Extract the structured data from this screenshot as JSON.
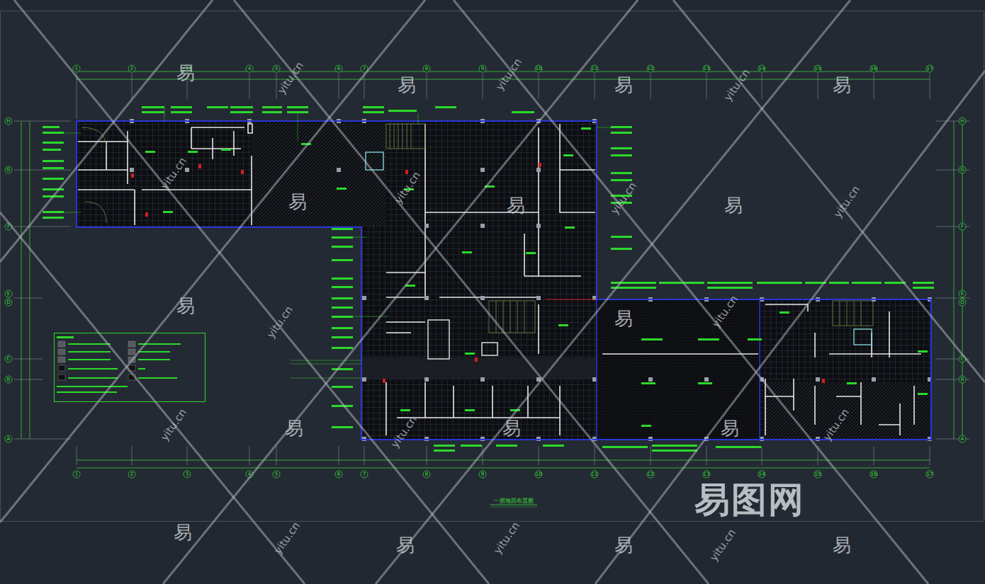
{
  "diagram": {
    "title": "一层地面布置图",
    "labels": [
      "1",
      "2",
      "3",
      "4",
      "5",
      "6",
      "7",
      "8",
      "9",
      "10",
      "11",
      "12",
      "13",
      "14",
      "15",
      "16",
      "17",
      "1",
      "2",
      "3",
      "4",
      "5",
      "6",
      "7",
      "8",
      "9",
      "10",
      "11",
      "12",
      "13",
      "14",
      "15",
      "16",
      "17",
      "H",
      "G",
      "F",
      "E",
      "D",
      "C",
      "B",
      "A",
      "H",
      "G",
      "F",
      "E",
      "D",
      "C",
      "B",
      "A",
      "易",
      "易",
      "易",
      "易",
      "易",
      "易",
      "易",
      "易",
      "易",
      "易",
      "易",
      "易",
      "易",
      "易",
      "易",
      "易",
      "yitu.cn",
      "yitu.cn",
      "yitu.cn",
      "yitu.cn",
      "yitu.cn",
      "yitu.cn",
      "yitu.cn",
      "yitu.cn",
      "yitu.cn",
      "yitu.cn",
      "yitu.cn",
      "yitu.cn",
      "yitu.cn",
      "yitu.cn",
      "yitu.cn",
      "易图网"
    ]
  }
}
